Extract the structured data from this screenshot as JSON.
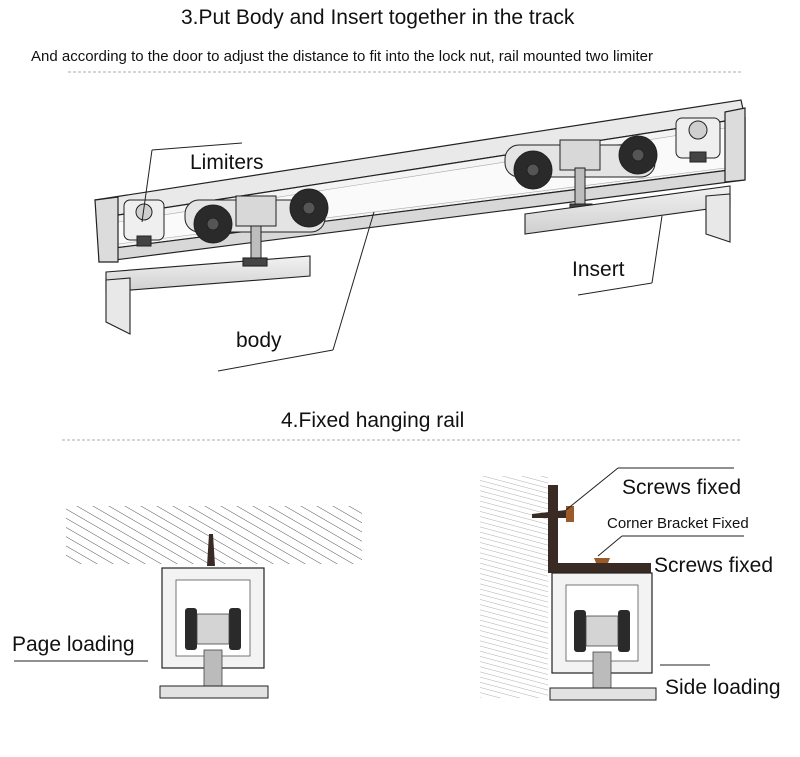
{
  "step3": {
    "title": "3.Put Body and Insert together in the track",
    "subtitle": "And according to the door to adjust the distance to fit into the lock nut, rail mounted two limiter",
    "labels": {
      "limiters": "Limiters",
      "insert": "Insert",
      "body": "body"
    }
  },
  "step4": {
    "title": "4.Fixed hanging rail",
    "left_label": "Page loading",
    "right_labels": {
      "screws_top": "Screws fixed",
      "corner_bracket": "Corner Bracket Fixed",
      "screws_bottom": "Screws fixed",
      "side_loading": "Side loading"
    }
  },
  "colors": {
    "line": "#222222",
    "wheel": "#2a2a2a",
    "bracket": "#3a2a24",
    "screw": "#9a5a2a",
    "separator": "#b4a8b4"
  }
}
